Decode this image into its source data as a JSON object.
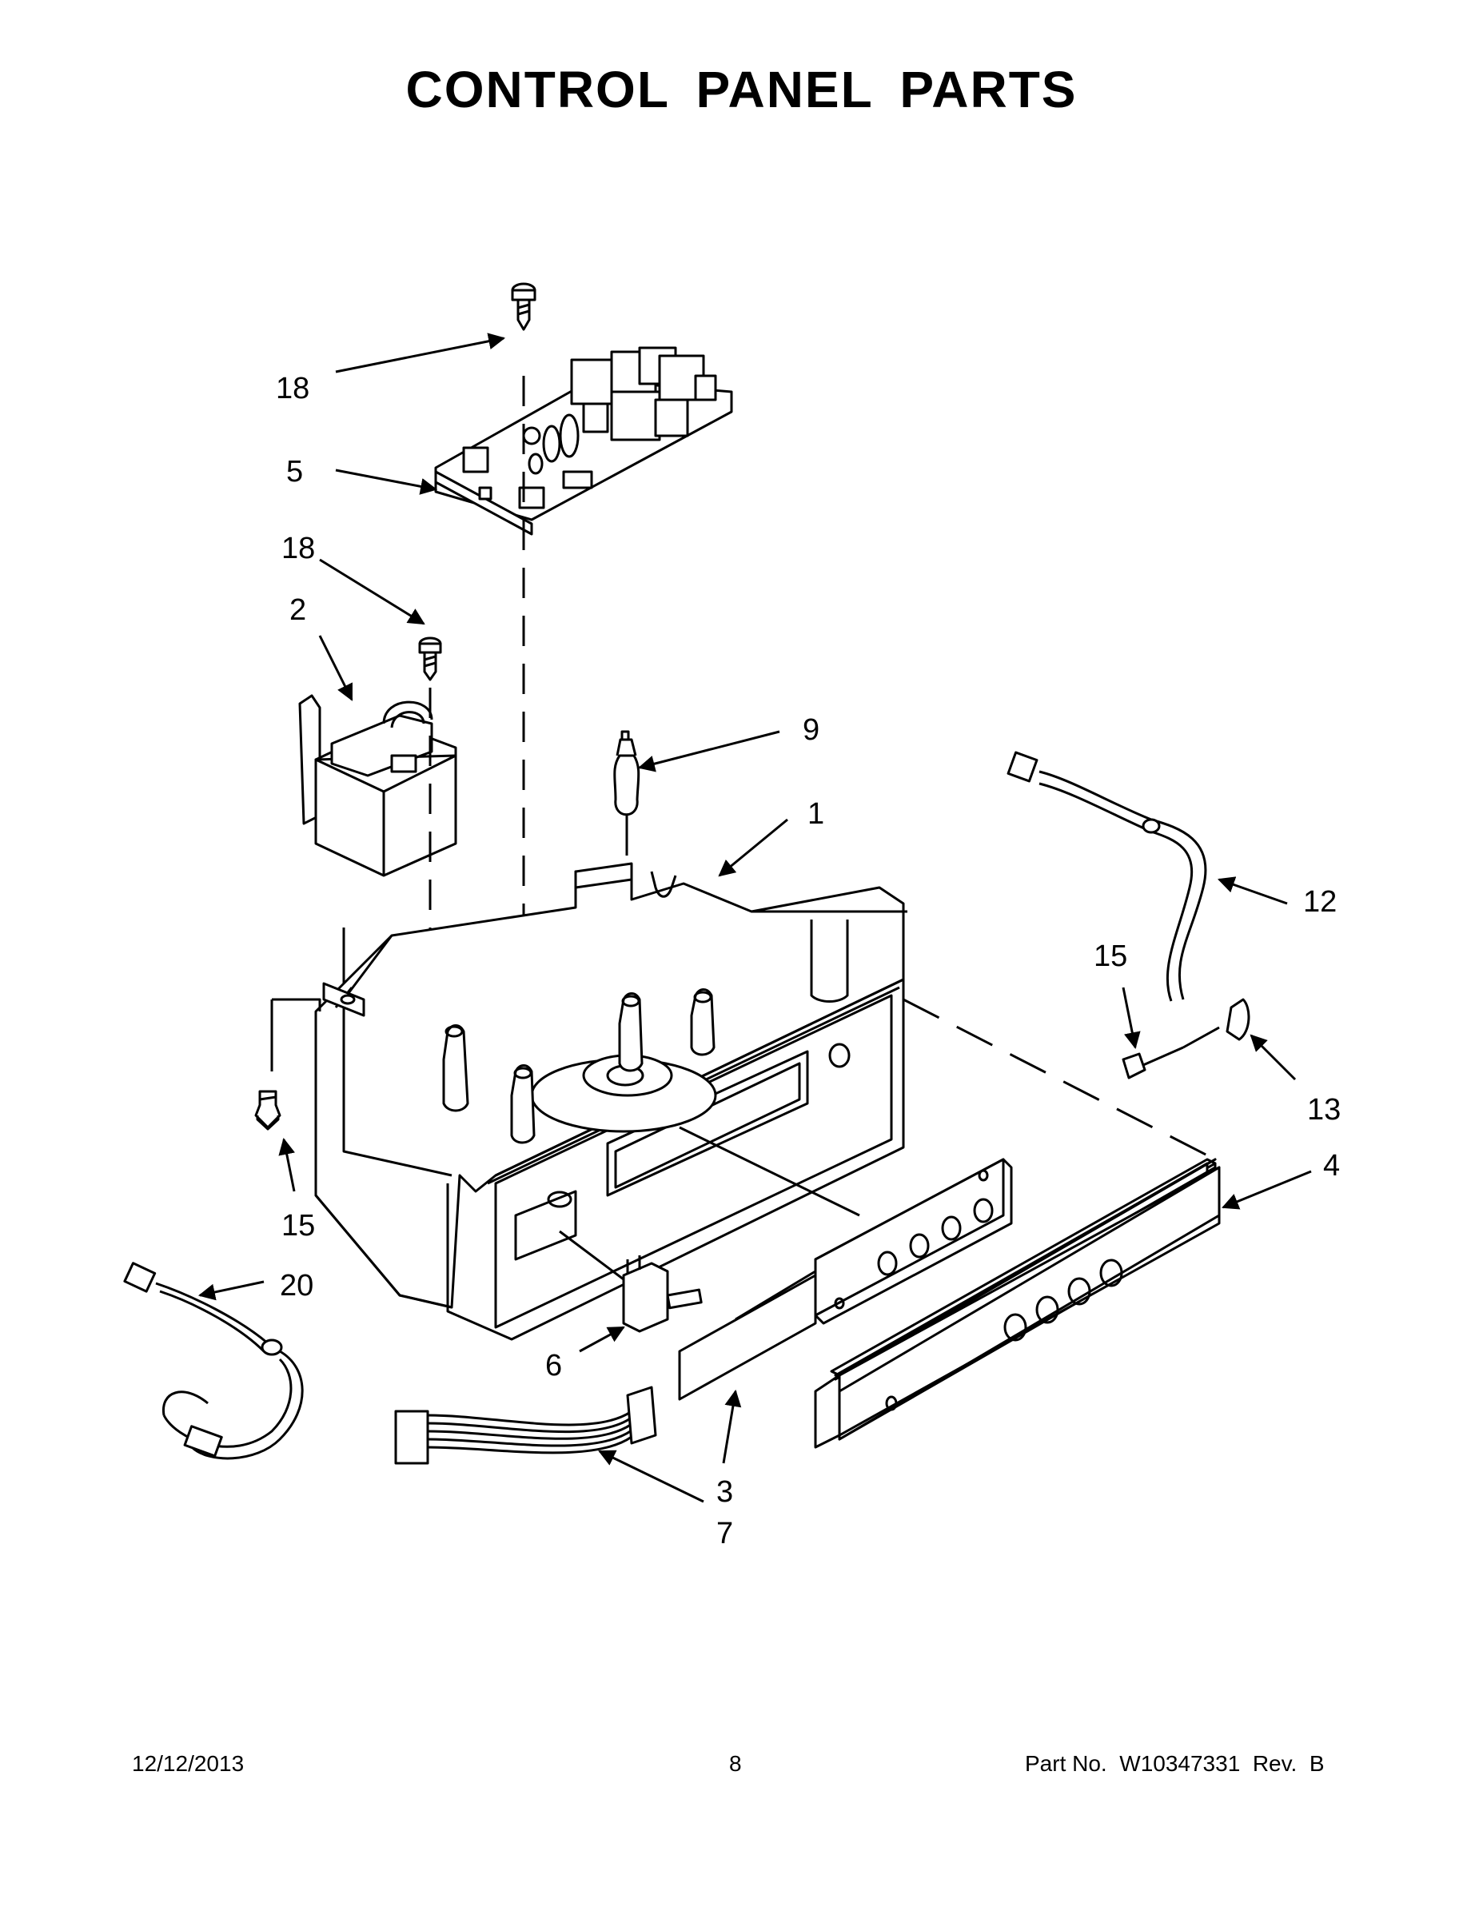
{
  "title": "CONTROL PANEL PARTS",
  "callouts": {
    "c18a": "18",
    "c5": "5",
    "c18b": "18",
    "c2": "2",
    "c9": "9",
    "c1": "1",
    "c12": "12",
    "c15a": "15",
    "c13": "13",
    "c15b": "15",
    "c4": "4",
    "c20": "20",
    "c6": "6",
    "c3": "3",
    "c7": "7"
  },
  "footer": {
    "date": "12/12/2013",
    "page": "8",
    "part": "Part No.  W10347331  Rev.  B"
  }
}
